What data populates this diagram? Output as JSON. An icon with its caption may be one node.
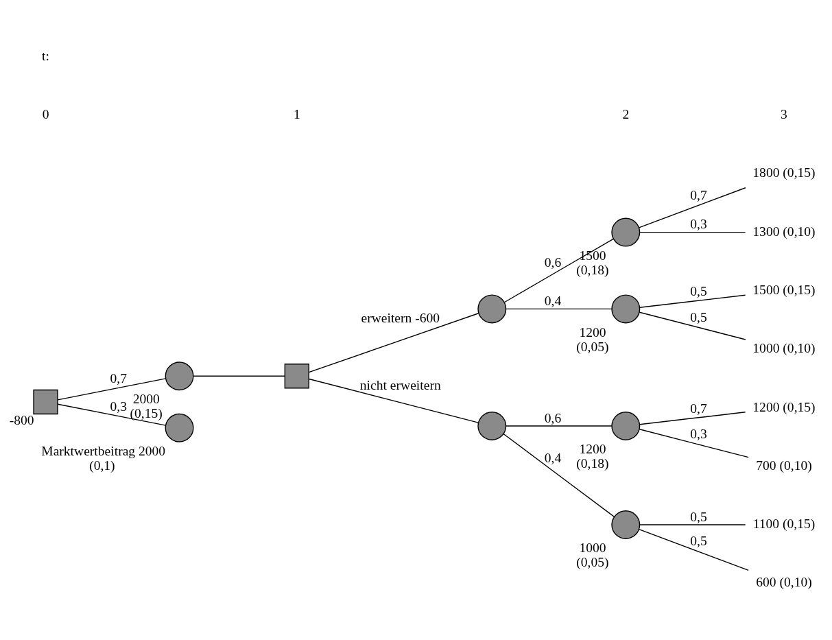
{
  "diagram": {
    "nodes": [
      {
        "text": [],
        "shape": "box",
        "beside": [
          "-800"
        ]
      },
      {
        "text": [
          "2000 (0,15)"
        ]
      },
      {
        "text": [],
        "shape": "box"
      },
      {
        "text": [],
        "shape": "circle"
      },
      {
        "text": [],
        "shape": "circle"
      },
      {
        "text": [
          "1500 (0,18)"
        ]
      },
      {
        "text": [
          "1200 (0,05)"
        ]
      },
      {
        "text": [
          "1200 (0,18)"
        ]
      },
      {
        "text": [
          "1000 (0,05)"
        ]
      },
      {
        "text": [
          "Marktwertbeitrag 2000 (0,1)"
        ]
      },
      {
        "text": [
          "1800 (0,15)"
        ]
      },
      {
        "text": [
          "1300 (0,10)"
        ]
      },
      {
        "text": [
          "1500 (0,15)"
        ]
      },
      {
        "text": [
          "1000 (0,10)"
        ]
      },
      {
        "text": [
          "1200 (0,15)"
        ]
      },
      {
        "text": [
          "700 (0,10)"
        ]
      },
      {
        "text": [
          "1100 (0,15)"
        ]
      },
      {
        "text": [
          "600 (0,10)"
        ]
      }
    ],
    "edges": [
      {
        "from": 0,
        "to": 1,
        "arrow": "none",
        "label": "0,7"
      },
      {
        "from": 0,
        "to": 9,
        "arrow": "none",
        "label": "0,3"
      },
      {
        "from": 1,
        "to": 2,
        "arrow": "none"
      },
      {
        "from": 2,
        "to": 3,
        "arrow": "none",
        "label": "erweitern -600"
      },
      {
        "from": 2,
        "to": 4,
        "arrow": "none",
        "label": "nicht erweitern"
      },
      {
        "from": 3,
        "to": 5,
        "arrow": "none",
        "label": "0,6"
      },
      {
        "from": 3,
        "to": 6,
        "arrow": "none",
        "label": "0,4"
      },
      {
        "from": 4,
        "to": 7,
        "arrow": "none",
        "label": "0,6"
      },
      {
        "from": 4,
        "to": 8,
        "arrow": "none",
        "label": "0,4"
      },
      {
        "from": 5,
        "to": 10,
        "arrow": "none",
        "label": "0,7"
      },
      {
        "from": 5,
        "to": 11,
        "arrow": "none",
        "label": "0,3"
      },
      {
        "from": 6,
        "to": 12,
        "arrow": "none",
        "label": "0,5"
      },
      {
        "from": 6,
        "to": 13,
        "arrow": "none",
        "label": "0,5"
      },
      {
        "from": 7,
        "to": 14,
        "arrow": "none",
        "label": "0,7"
      },
      {
        "from": 7,
        "to": 15,
        "arrow": "none",
        "label": "0,3"
      },
      {
        "from": 8,
        "to": 16,
        "arrow": "none",
        "label": "0,5"
      },
      {
        "from": 8,
        "to": 17,
        "arrow": "none",
        "label": "0,5"
      }
    ],
    "labels": [
      "t:",
      "0",
      "1",
      "2",
      "3"
    ]
  }
}
